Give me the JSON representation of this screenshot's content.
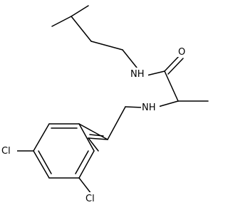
{
  "molecule": {
    "atom_labels": {
      "oxygen": "O",
      "amide_nh": "NH",
      "amine_nh": "NH",
      "chlorine_para": "Cl",
      "chlorine_ortho": "Cl"
    }
  },
  "colors": {
    "bond": "#000000",
    "background": "#ffffff"
  }
}
